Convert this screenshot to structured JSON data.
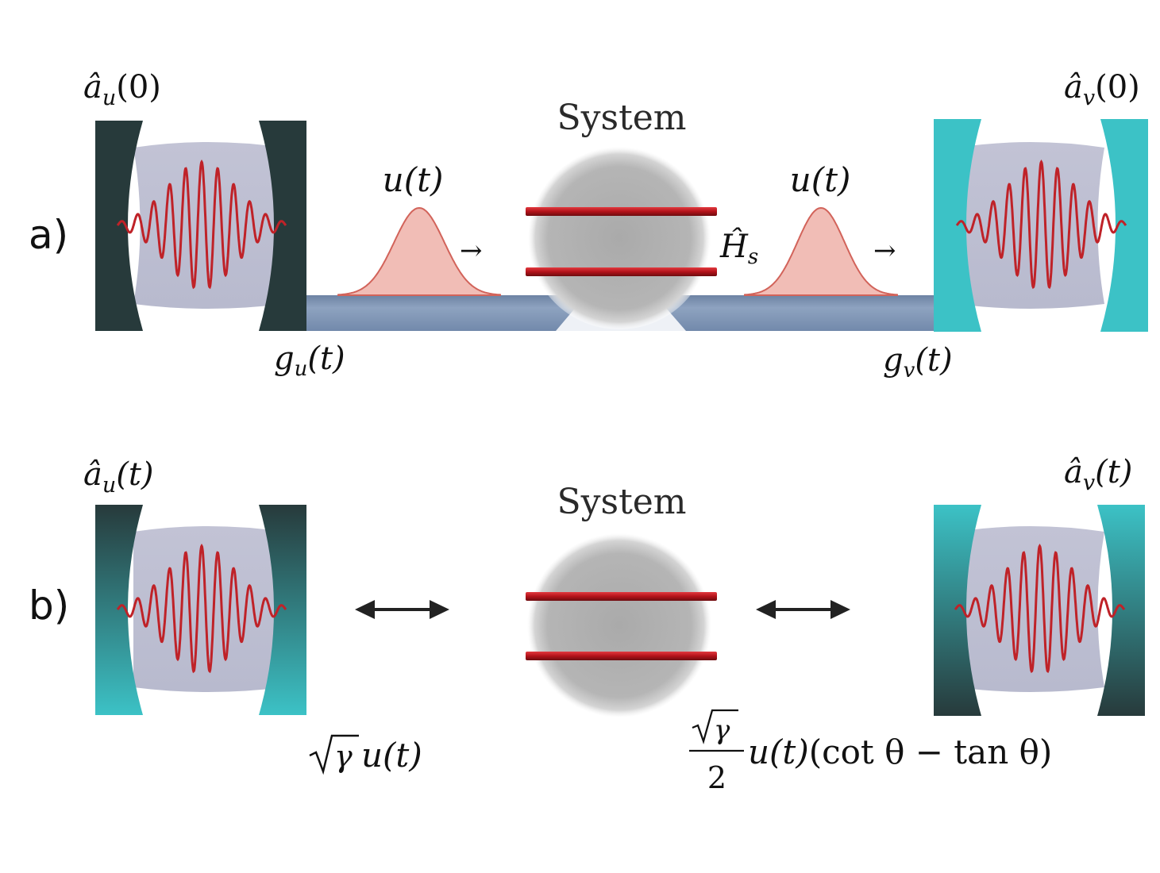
{
  "panel_a": {
    "label": "a)",
    "system_label": "System",
    "left_mode": {
      "symbol": "â",
      "sub": "u",
      "arg": "(0)"
    },
    "right_mode": {
      "symbol": "â",
      "sub": "v",
      "arg": "(0)"
    },
    "pulse_left": {
      "text": "u(t)"
    },
    "pulse_right": {
      "text": "u(t)"
    },
    "hamiltonian": {
      "symbol": "Ĥ",
      "sub": "s"
    },
    "coupling_left": {
      "symbol": "g",
      "sub": "u",
      "arg": "(t)"
    },
    "coupling_right": {
      "symbol": "g",
      "sub": "v",
      "arg": "(t)"
    },
    "arrow_glyph": "→"
  },
  "panel_b": {
    "label": "b)",
    "system_label": "System",
    "left_mode": {
      "symbol": "â",
      "sub": "u",
      "arg": "(t)"
    },
    "right_mode": {
      "symbol": "â",
      "sub": "v",
      "arg": "(t)"
    },
    "coupling_left": {
      "sqrt_arg": "γ",
      "rest": "u(t)"
    },
    "coupling_right": {
      "num_arg": "γ",
      "den": "2",
      "rest_italic": "u(t)",
      "rest_roman": "(cot θ − tan θ)"
    }
  },
  "colors": {
    "dark_mirror": "#273a3b",
    "teal_mirror": "#3cc2c6",
    "cavity_fill": "#bdbfd3",
    "wave": "#bf2228",
    "pulse_fill": "#f1bdb6",
    "pulse_line": "#d2635a",
    "waveguide": "#8096b6",
    "system_gray": "#b5b5b5",
    "level_red": "#c0161c"
  }
}
